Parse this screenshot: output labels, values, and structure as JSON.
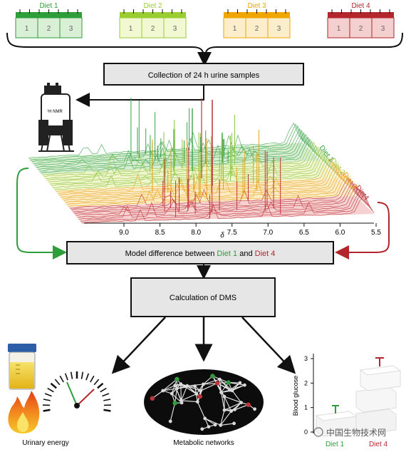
{
  "diets": [
    {
      "label": "Diet 1",
      "color": "#2e9e3a",
      "light": "#d9f0d6",
      "boxes": [
        "1",
        "2",
        "3"
      ]
    },
    {
      "label": "Diet 2",
      "color": "#9acd32",
      "light": "#f2f8d2",
      "boxes": [
        "1",
        "2",
        "3"
      ]
    },
    {
      "label": "Diet 3",
      "color": "#f0a500",
      "light": "#fdeecb",
      "boxes": [
        "1",
        "2",
        "3"
      ]
    },
    {
      "label": "Diet 4",
      "color": "#b3262b",
      "light": "#f4cfcf",
      "boxes": [
        "1",
        "2",
        "3"
      ]
    }
  ],
  "steps": {
    "collection": "Collection of 24 h urine samples",
    "model_prefix": "Model difference between ",
    "model_diet1": "Diet 1",
    "model_and": " and ",
    "model_diet4": "Diet 4",
    "dms": "Calculation of DMS"
  },
  "nmr": {
    "label": "¹H NMR",
    "axis_ticks": [
      "9.0",
      "8.5",
      "8.0",
      "7.5",
      "7.0",
      "6.5",
      "6.0",
      "5.5"
    ],
    "axis_symbol": "δ",
    "series_labels": [
      "Diet 1",
      "Diet 2",
      "Diet 3",
      "Diet4"
    ]
  },
  "bottom": {
    "urinary_energy": "Urinary energy",
    "metabolic_networks": "Metabolic networks",
    "glucose_ylabel": "Blood glucose",
    "glucose_ticks": [
      "0",
      "1",
      "2",
      "3"
    ],
    "glucose_categories": [
      "Diet 1",
      "Diet 4"
    ]
  },
  "watermark": "中国生物技术网"
}
